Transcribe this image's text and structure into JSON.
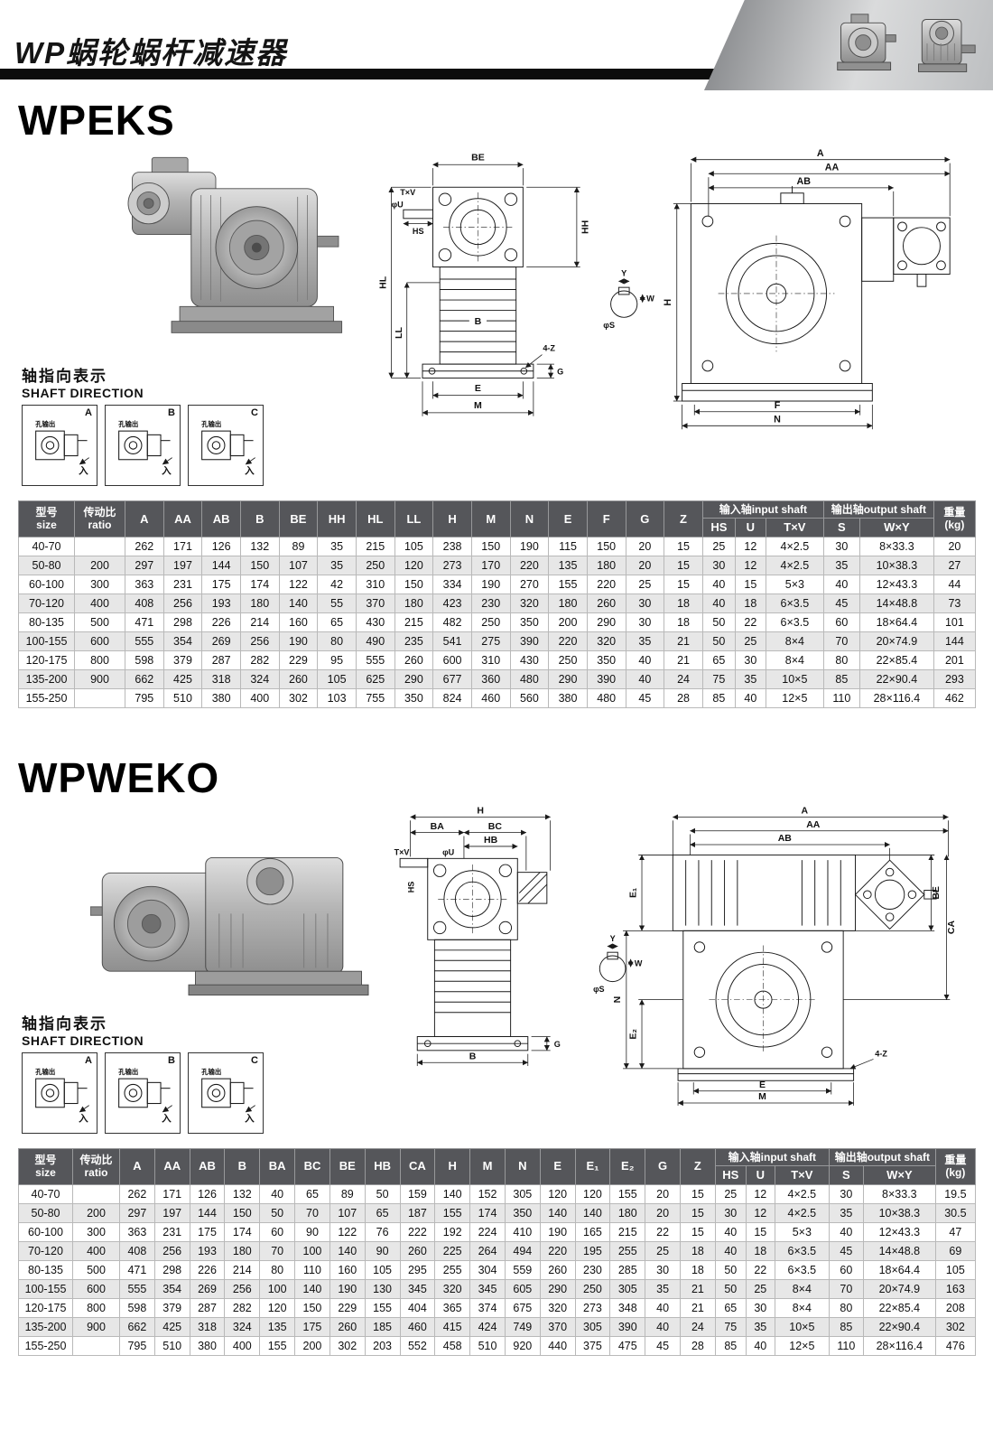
{
  "header": {
    "title": "WP蜗轮蜗杆减速器"
  },
  "dim_labels": {
    "A": "A",
    "AA": "AA",
    "AB": "AB",
    "B": "B",
    "BA": "BA",
    "BC": "BC",
    "BE": "BE",
    "CA": "CA",
    "E": "E",
    "E1": "E₁",
    "E2": "E₂",
    "F": "F",
    "G": "G",
    "H": "H",
    "HB": "HB",
    "HH": "HH",
    "HL": "HL",
    "HS": "HS",
    "LL": "LL",
    "M": "M",
    "N": "N",
    "W": "W",
    "Y": "Y",
    "TxV": "T×V",
    "phiU": "φU",
    "phiS": "φS",
    "fourZ": "4-Z"
  },
  "sections": {
    "wpeks": {
      "title": "WPEKS",
      "shaft_direction_cn": "轴指向表示",
      "shaft_direction_en": "SHAFT DIRECTION",
      "shaft_boxes": [
        "A",
        "B",
        "C"
      ],
      "in_label": "入",
      "out_label": "孔输出"
    },
    "wpweko": {
      "title": "WPWEKO",
      "shaft_direction_cn": "轴指向表示",
      "shaft_direction_en": "SHAFT DIRECTION",
      "shaft_boxes": [
        "A",
        "B",
        "C"
      ],
      "in_label": "入",
      "out_label": "孔输出"
    }
  },
  "table1": {
    "header": {
      "size_cn": "型号",
      "size_en": "size",
      "ratio_cn": "传动比",
      "ratio_en": "ratio",
      "dims": [
        "A",
        "AA",
        "AB",
        "B",
        "BE",
        "HH",
        "HL",
        "LL",
        "H",
        "M",
        "N",
        "E",
        "F",
        "G",
        "Z"
      ],
      "input_shaft": "输入轴input shaft",
      "output_shaft": "输出轴output shaft",
      "input_cols": [
        "HS",
        "U",
        "T×V"
      ],
      "output_cols": [
        "S",
        "W×Y"
      ],
      "weight_cn": "重量",
      "weight_unit": "(kg)"
    },
    "rows": [
      {
        "size": "40-70",
        "ratio": "",
        "dims": [
          "262",
          "171",
          "126",
          "132",
          "89",
          "35",
          "215",
          "105",
          "238",
          "150",
          "190",
          "115",
          "150",
          "20",
          "15"
        ],
        "input": [
          "25",
          "12",
          "4×2.5"
        ],
        "output": [
          "30",
          "8×33.3"
        ],
        "weight": "20"
      },
      {
        "size": "50-80",
        "ratio": "200",
        "dims": [
          "297",
          "197",
          "144",
          "150",
          "107",
          "35",
          "250",
          "120",
          "273",
          "170",
          "220",
          "135",
          "180",
          "20",
          "15"
        ],
        "input": [
          "30",
          "12",
          "4×2.5"
        ],
        "output": [
          "35",
          "10×38.3"
        ],
        "weight": "27"
      },
      {
        "size": "60-100",
        "ratio": "300",
        "dims": [
          "363",
          "231",
          "175",
          "174",
          "122",
          "42",
          "310",
          "150",
          "334",
          "190",
          "270",
          "155",
          "220",
          "25",
          "15"
        ],
        "input": [
          "40",
          "15",
          "5×3"
        ],
        "output": [
          "40",
          "12×43.3"
        ],
        "weight": "44"
      },
      {
        "size": "70-120",
        "ratio": "400",
        "dims": [
          "408",
          "256",
          "193",
          "180",
          "140",
          "55",
          "370",
          "180",
          "423",
          "230",
          "320",
          "180",
          "260",
          "30",
          "18"
        ],
        "input": [
          "40",
          "18",
          "6×3.5"
        ],
        "output": [
          "45",
          "14×48.8"
        ],
        "weight": "73"
      },
      {
        "size": "80-135",
        "ratio": "500",
        "dims": [
          "471",
          "298",
          "226",
          "214",
          "160",
          "65",
          "430",
          "215",
          "482",
          "250",
          "350",
          "200",
          "290",
          "30",
          "18"
        ],
        "input": [
          "50",
          "22",
          "6×3.5"
        ],
        "output": [
          "60",
          "18×64.4"
        ],
        "weight": "101"
      },
      {
        "size": "100-155",
        "ratio": "600",
        "dims": [
          "555",
          "354",
          "269",
          "256",
          "190",
          "80",
          "490",
          "235",
          "541",
          "275",
          "390",
          "220",
          "320",
          "35",
          "21"
        ],
        "input": [
          "50",
          "25",
          "8×4"
        ],
        "output": [
          "70",
          "20×74.9"
        ],
        "weight": "144"
      },
      {
        "size": "120-175",
        "ratio": "800",
        "dims": [
          "598",
          "379",
          "287",
          "282",
          "229",
          "95",
          "555",
          "260",
          "600",
          "310",
          "430",
          "250",
          "350",
          "40",
          "21"
        ],
        "input": [
          "65",
          "30",
          "8×4"
        ],
        "output": [
          "80",
          "22×85.4"
        ],
        "weight": "201"
      },
      {
        "size": "135-200",
        "ratio": "900",
        "dims": [
          "662",
          "425",
          "318",
          "324",
          "260",
          "105",
          "625",
          "290",
          "677",
          "360",
          "480",
          "290",
          "390",
          "40",
          "24"
        ],
        "input": [
          "75",
          "35",
          "10×5"
        ],
        "output": [
          "85",
          "22×90.4"
        ],
        "weight": "293"
      },
      {
        "size": "155-250",
        "ratio": "",
        "dims": [
          "795",
          "510",
          "380",
          "400",
          "302",
          "103",
          "755",
          "350",
          "824",
          "460",
          "560",
          "380",
          "480",
          "45",
          "28"
        ],
        "input": [
          "85",
          "40",
          "12×5"
        ],
        "output": [
          "110",
          "28×116.4"
        ],
        "weight": "462"
      }
    ]
  },
  "table2": {
    "header": {
      "size_cn": "型号",
      "size_en": "size",
      "ratio_cn": "传动比",
      "ratio_en": "ratio",
      "dims": [
        "A",
        "AA",
        "AB",
        "B",
        "BA",
        "BC",
        "BE",
        "HB",
        "CA",
        "H",
        "M",
        "N",
        "E",
        "E₁",
        "E₂",
        "G",
        "Z"
      ],
      "input_shaft": "输入轴input shaft",
      "output_shaft": "输出轴output shaft",
      "input_cols": [
        "HS",
        "U",
        "T×V"
      ],
      "output_cols": [
        "S",
        "W×Y"
      ],
      "weight_cn": "重量",
      "weight_unit": "(kg)"
    },
    "rows": [
      {
        "size": "40-70",
        "ratio": "",
        "dims": [
          "262",
          "171",
          "126",
          "132",
          "40",
          "65",
          "89",
          "50",
          "159",
          "140",
          "152",
          "305",
          "120",
          "120",
          "155",
          "20",
          "15"
        ],
        "input": [
          "25",
          "12",
          "4×2.5"
        ],
        "output": [
          "30",
          "8×33.3"
        ],
        "weight": "19.5"
      },
      {
        "size": "50-80",
        "ratio": "200",
        "dims": [
          "297",
          "197",
          "144",
          "150",
          "50",
          "70",
          "107",
          "65",
          "187",
          "155",
          "174",
          "350",
          "140",
          "140",
          "180",
          "20",
          "15"
        ],
        "input": [
          "30",
          "12",
          "4×2.5"
        ],
        "output": [
          "35",
          "10×38.3"
        ],
        "weight": "30.5"
      },
      {
        "size": "60-100",
        "ratio": "300",
        "dims": [
          "363",
          "231",
          "175",
          "174",
          "60",
          "90",
          "122",
          "76",
          "222",
          "192",
          "224",
          "410",
          "190",
          "165",
          "215",
          "22",
          "15"
        ],
        "input": [
          "40",
          "15",
          "5×3"
        ],
        "output": [
          "40",
          "12×43.3"
        ],
        "weight": "47"
      },
      {
        "size": "70-120",
        "ratio": "400",
        "dims": [
          "408",
          "256",
          "193",
          "180",
          "70",
          "100",
          "140",
          "90",
          "260",
          "225",
          "264",
          "494",
          "220",
          "195",
          "255",
          "25",
          "18"
        ],
        "input": [
          "40",
          "18",
          "6×3.5"
        ],
        "output": [
          "45",
          "14×48.8"
        ],
        "weight": "69"
      },
      {
        "size": "80-135",
        "ratio": "500",
        "dims": [
          "471",
          "298",
          "226",
          "214",
          "80",
          "110",
          "160",
          "105",
          "295",
          "255",
          "304",
          "559",
          "260",
          "230",
          "285",
          "30",
          "18"
        ],
        "input": [
          "50",
          "22",
          "6×3.5"
        ],
        "output": [
          "60",
          "18×64.4"
        ],
        "weight": "105"
      },
      {
        "size": "100-155",
        "ratio": "600",
        "dims": [
          "555",
          "354",
          "269",
          "256",
          "100",
          "140",
          "190",
          "130",
          "345",
          "320",
          "345",
          "605",
          "290",
          "250",
          "305",
          "35",
          "21"
        ],
        "input": [
          "50",
          "25",
          "8×4"
        ],
        "output": [
          "70",
          "20×74.9"
        ],
        "weight": "163"
      },
      {
        "size": "120-175",
        "ratio": "800",
        "dims": [
          "598",
          "379",
          "287",
          "282",
          "120",
          "150",
          "229",
          "155",
          "404",
          "365",
          "374",
          "675",
          "320",
          "273",
          "348",
          "40",
          "21"
        ],
        "input": [
          "65",
          "30",
          "8×4"
        ],
        "output": [
          "80",
          "22×85.4"
        ],
        "weight": "208"
      },
      {
        "size": "135-200",
        "ratio": "900",
        "dims": [
          "662",
          "425",
          "318",
          "324",
          "135",
          "175",
          "260",
          "185",
          "460",
          "415",
          "424",
          "749",
          "370",
          "305",
          "390",
          "40",
          "24"
        ],
        "input": [
          "75",
          "35",
          "10×5"
        ],
        "output": [
          "85",
          "22×90.4"
        ],
        "weight": "302"
      },
      {
        "size": "155-250",
        "ratio": "",
        "dims": [
          "795",
          "510",
          "380",
          "400",
          "155",
          "200",
          "302",
          "203",
          "552",
          "458",
          "510",
          "920",
          "440",
          "375",
          "475",
          "45",
          "28"
        ],
        "input": [
          "85",
          "40",
          "12×5"
        ],
        "output": [
          "110",
          "28×116.4"
        ],
        "weight": "476"
      }
    ]
  }
}
